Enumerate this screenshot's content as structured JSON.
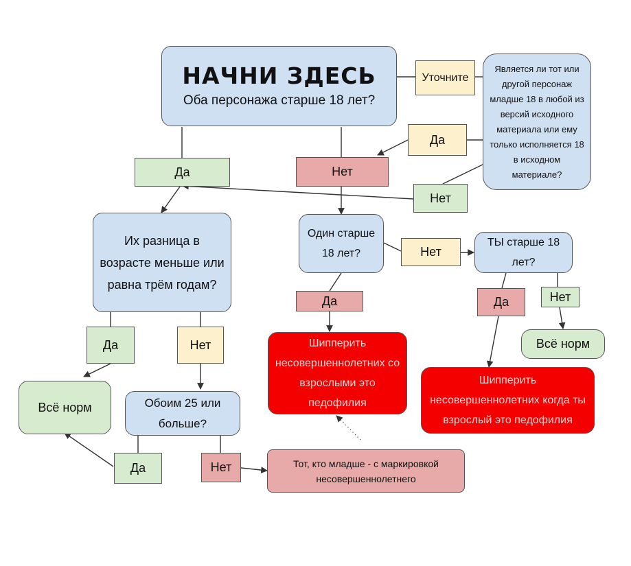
{
  "start": {
    "title": "НАЧНИ ЗДЕСЬ",
    "question": "Оба персонажа старше 18 лет?"
  },
  "clarify": {
    "label": "Уточните",
    "question": "Является ли тот или другой персонаж младше 18 в любой из версий исходного материала или ему только исполняется 18 в исходном материале?",
    "yes_label": "Да",
    "no_label": "Нет"
  },
  "branch_yes": "Да",
  "branch_no": "Нет",
  "age_diff": {
    "question": "Их разница в возрасте меньше или равна трём годам?",
    "yes_label": "Да",
    "no_label": "Нет"
  },
  "ok_left": "Всё норм",
  "both25": {
    "question": "Обоим 25 или больше?",
    "yes_label": "Да",
    "no_label": "Нет"
  },
  "minor_tag": "Тот, кто младше - с маркировкой несовершеннолетнего",
  "one_older": {
    "question": "Один старше 18 лет?",
    "yes_label": "Да",
    "no_label": "Нет"
  },
  "shipping_minors_adults": "Шипперить несовершеннолетних со взрослыми это педофилия",
  "you_older": {
    "question": "ТЫ старше 18 лет?",
    "yes_label": "Да",
    "no_label": "Нет"
  },
  "ok_right": "Всё норм",
  "shipping_minors_adult_you": "Шипперить несовершеннолетних когда ты взрослый это педофилия"
}
